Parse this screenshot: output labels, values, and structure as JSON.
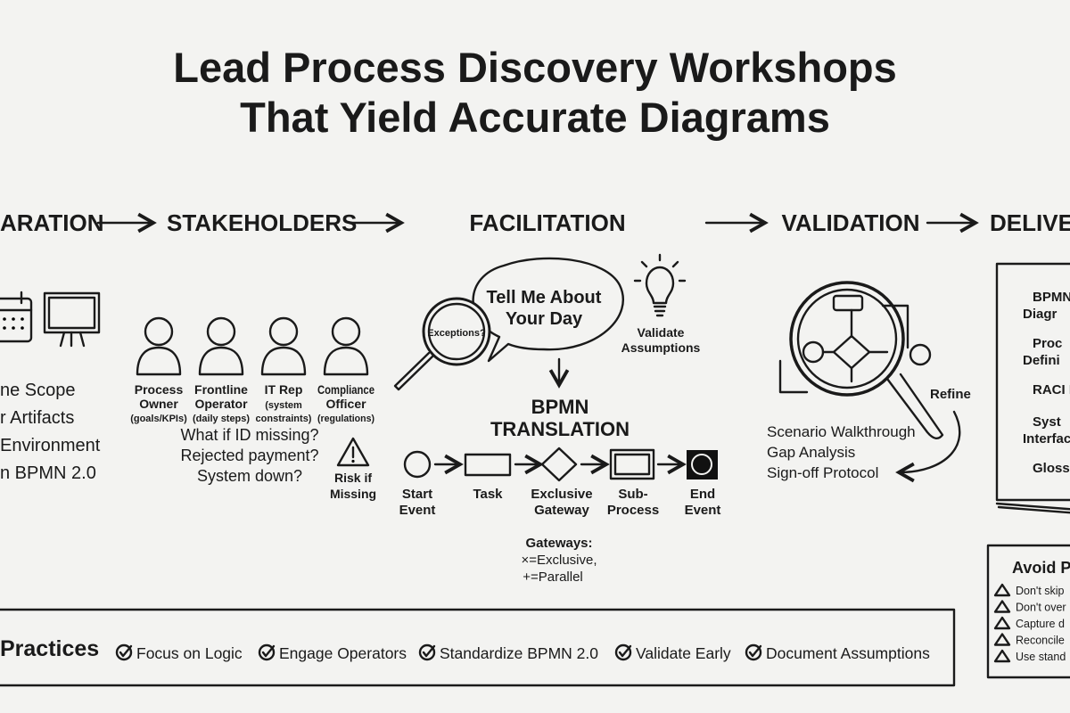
{
  "title": {
    "line1": "Lead Process Discovery Workshops",
    "line2": "That Yield Accurate Diagrams"
  },
  "stages": [
    "ARATION",
    "STAKEHOLDERS",
    "FACILITATION",
    "VALIDATION",
    "DELIVER"
  ],
  "preparation": {
    "items": [
      "ne Scope",
      "r Artifacts",
      "Environment",
      "n BPMN 2.0"
    ],
    "icons": [
      "calendar-icon",
      "easel-icon"
    ]
  },
  "stakeholders": {
    "people": [
      {
        "name1": "Process",
        "name2": "Owner",
        "note": "(goals/KPIs)"
      },
      {
        "name1": "Frontline",
        "name2": "Operator",
        "note": "(daily steps)"
      },
      {
        "name1": "IT Rep",
        "name2": "(system",
        "note": "constraints)"
      },
      {
        "name1": "Compliance",
        "name2": "Officer",
        "note": "(regulations)"
      }
    ],
    "questions": [
      "What if ID missing?",
      "Rejected payment?",
      "System down?"
    ],
    "risk": [
      "Risk if",
      "Missing"
    ]
  },
  "facilitation": {
    "bubble": [
      "Tell Me About",
      "Your Day"
    ],
    "magnifier": "Exceptions?",
    "bulb": [
      "Validate",
      "Assumptions"
    ],
    "translation": [
      "BPMN",
      "TRANSLATION"
    ],
    "flow": [
      [
        "Start",
        "Event"
      ],
      [
        "Task",
        ""
      ],
      [
        "Exclusive",
        "Gateway"
      ],
      [
        "Sub-",
        "Process"
      ],
      [
        "End",
        "Event"
      ]
    ],
    "gateways": [
      "Gateways:",
      "×=Exclusive,",
      "+=Parallel"
    ]
  },
  "validation": {
    "items": [
      "Scenario Walkthrough",
      "Gap Analysis",
      "Sign-off Protocol"
    ],
    "refine": "Refine"
  },
  "deliverables": {
    "items": [
      [
        "BPMN",
        "Diagr"
      ],
      [
        "Proc",
        "Defini"
      ],
      [
        "RACI M",
        ""
      ],
      [
        "Syst",
        "Interfac"
      ],
      [
        "Gloss",
        ""
      ]
    ]
  },
  "avoid": {
    "title": "Avoid P",
    "items": [
      "Don't skip",
      "Don't over",
      "Capture d",
      "Reconcile",
      "Use stand"
    ]
  },
  "practices": {
    "title": "Practices",
    "items": [
      "Focus on Logic",
      "Engage Operators",
      "Standardize BPMN 2.0",
      "Validate Early",
      "Document Assumptions"
    ]
  }
}
